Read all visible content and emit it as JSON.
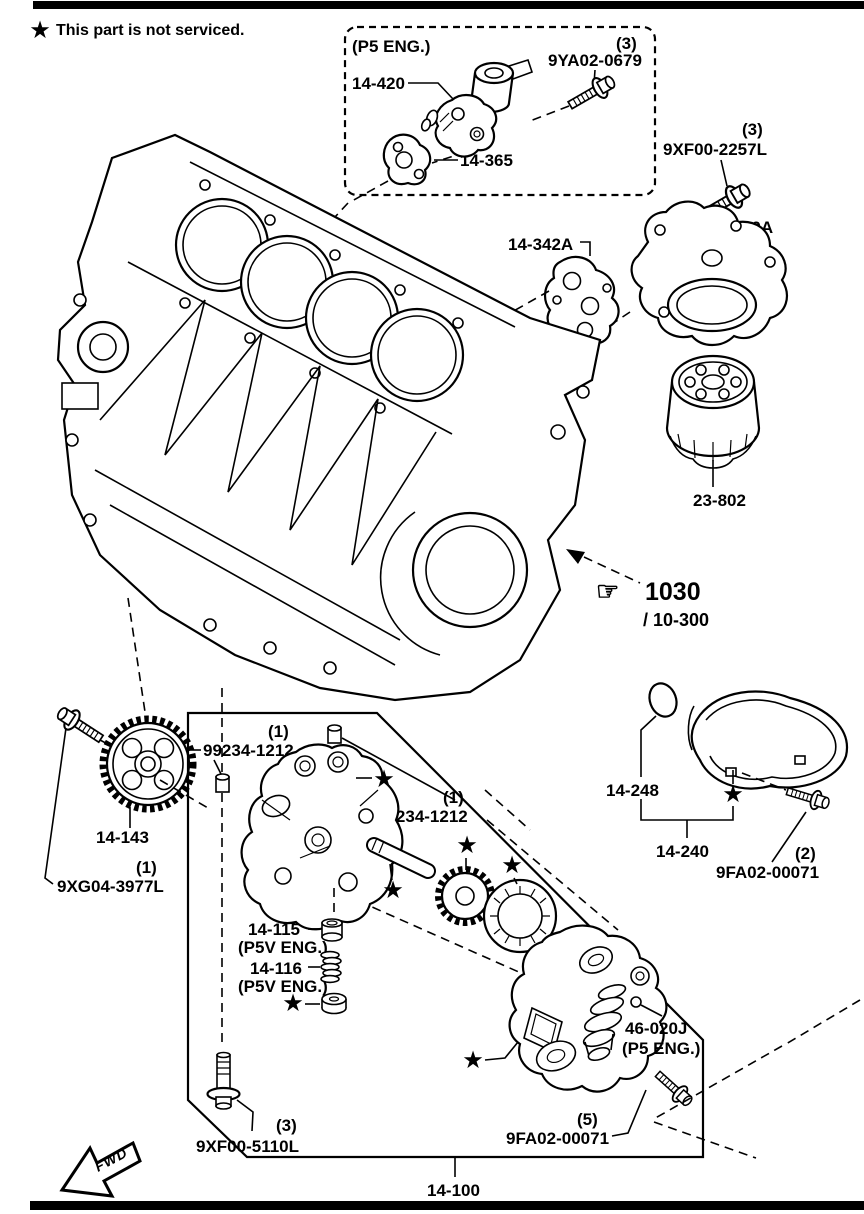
{
  "colors": {
    "ink": "#000000",
    "paper": "#ffffff"
  },
  "note": {
    "symbol": "★",
    "text": "This part is not serviced."
  },
  "qty": {
    "one": "(1)",
    "two": "(2)",
    "three": "(3)",
    "five": "(5)"
  },
  "engine_variants": {
    "p5": "(P5 ENG.)",
    "p5v": "(P5V ENG.)"
  },
  "part_numbers": {
    "ocv": "14-420",
    "ocv_gasket": "14-365",
    "ocv_bolt": "9YA02-0679",
    "bracket_bolt": "9XF00-2257L",
    "bracket_gasket": "14-342A",
    "filter_bracket": "14-310A",
    "oil_filter": "23-802",
    "sprocket": "14-143",
    "sprocket_bolt": "9XG04-3977L",
    "pump_stud": "99234-1212",
    "relief_plug": "14-115",
    "relief_spring": "14-116",
    "pump_oring": "14-248",
    "pump_cover": "14-240",
    "cover_bolt": "9FA02-00071",
    "relief_valve": "46-020J",
    "pump_mount_bolt": "9XF00-5110L",
    "oil_pump_assembly": "14-100"
  },
  "references": {
    "block_group": "1030",
    "block_group_sub": "/ 10-300",
    "fwd": "FWD",
    "star": "★",
    "hand": "☞"
  }
}
